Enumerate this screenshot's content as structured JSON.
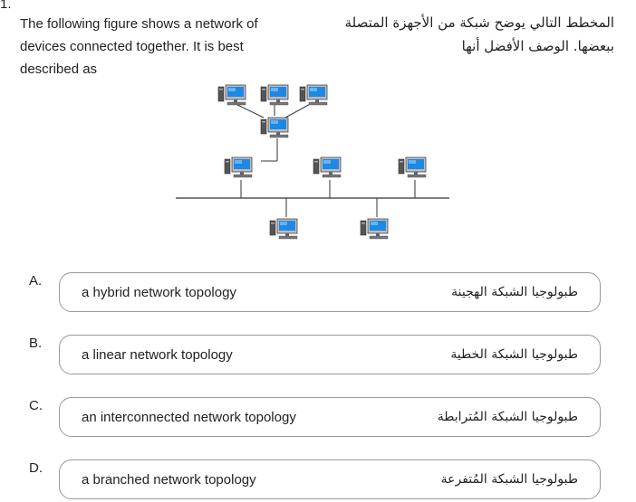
{
  "question": {
    "number": "1.",
    "stem_en": "The following figure shows a network of devices connected together. It is best described as",
    "stem_ar": "المخطط التالي يوضح شبكة من الأجهزة المتصلة ببعضها. الوصف الأفضل أنها"
  },
  "options": [
    {
      "letter": "A.",
      "en": "a hybrid network topology",
      "ar": "طبولوجيا الشبكة الهجينة"
    },
    {
      "letter": "B.",
      "en": "a linear network topology",
      "ar": "طبولوجيا الشبكة الخطية"
    },
    {
      "letter": "C.",
      "en": "an interconnected network topology",
      "ar": "طبولوجيا الشبكة المُترابطة"
    },
    {
      "letter": "D.",
      "en": "a branched network topology",
      "ar": "طبولوجيا الشبكة المُتفرعة"
    }
  ],
  "figure": {
    "icons": [
      "computer-icon"
    ],
    "line_color": "#333333",
    "screen_color": "#1e88e5"
  }
}
